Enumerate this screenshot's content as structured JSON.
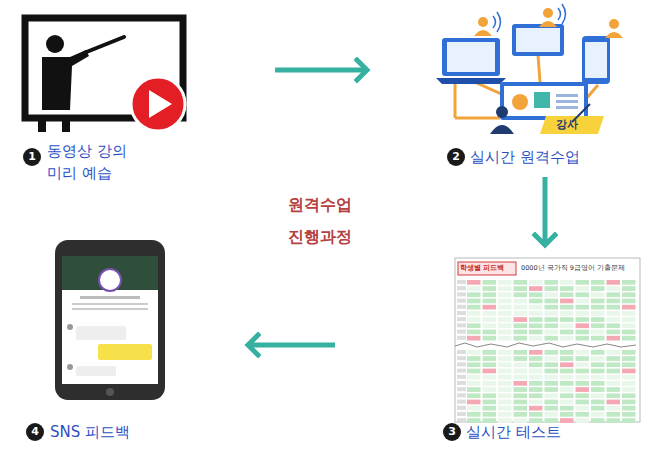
{
  "diagram": {
    "title": "원격수업 진행과정",
    "nodes": [
      {
        "text": [
          "동영상 강의 미리 예습"
        ]
      },
      {
        "text": [
          "실시간 원격수업"
        ]
      },
      {
        "text": [
          "실시간 테스트"
        ]
      },
      {
        "text": [
          "SNS 피드백"
        ]
      }
    ],
    "edges": [
      {
        "from": 0,
        "to": 1,
        "arrow": "to"
      },
      {
        "from": 1,
        "to": 2,
        "arrow": "to"
      },
      {
        "from": 2,
        "to": 3,
        "arrow": "to"
      }
    ],
    "labels": [
      "1",
      "2",
      "3",
      "4",
      "강사",
      "학생별 피드백",
      "0000년 국가직 9급영어 기출문제"
    ]
  }
}
